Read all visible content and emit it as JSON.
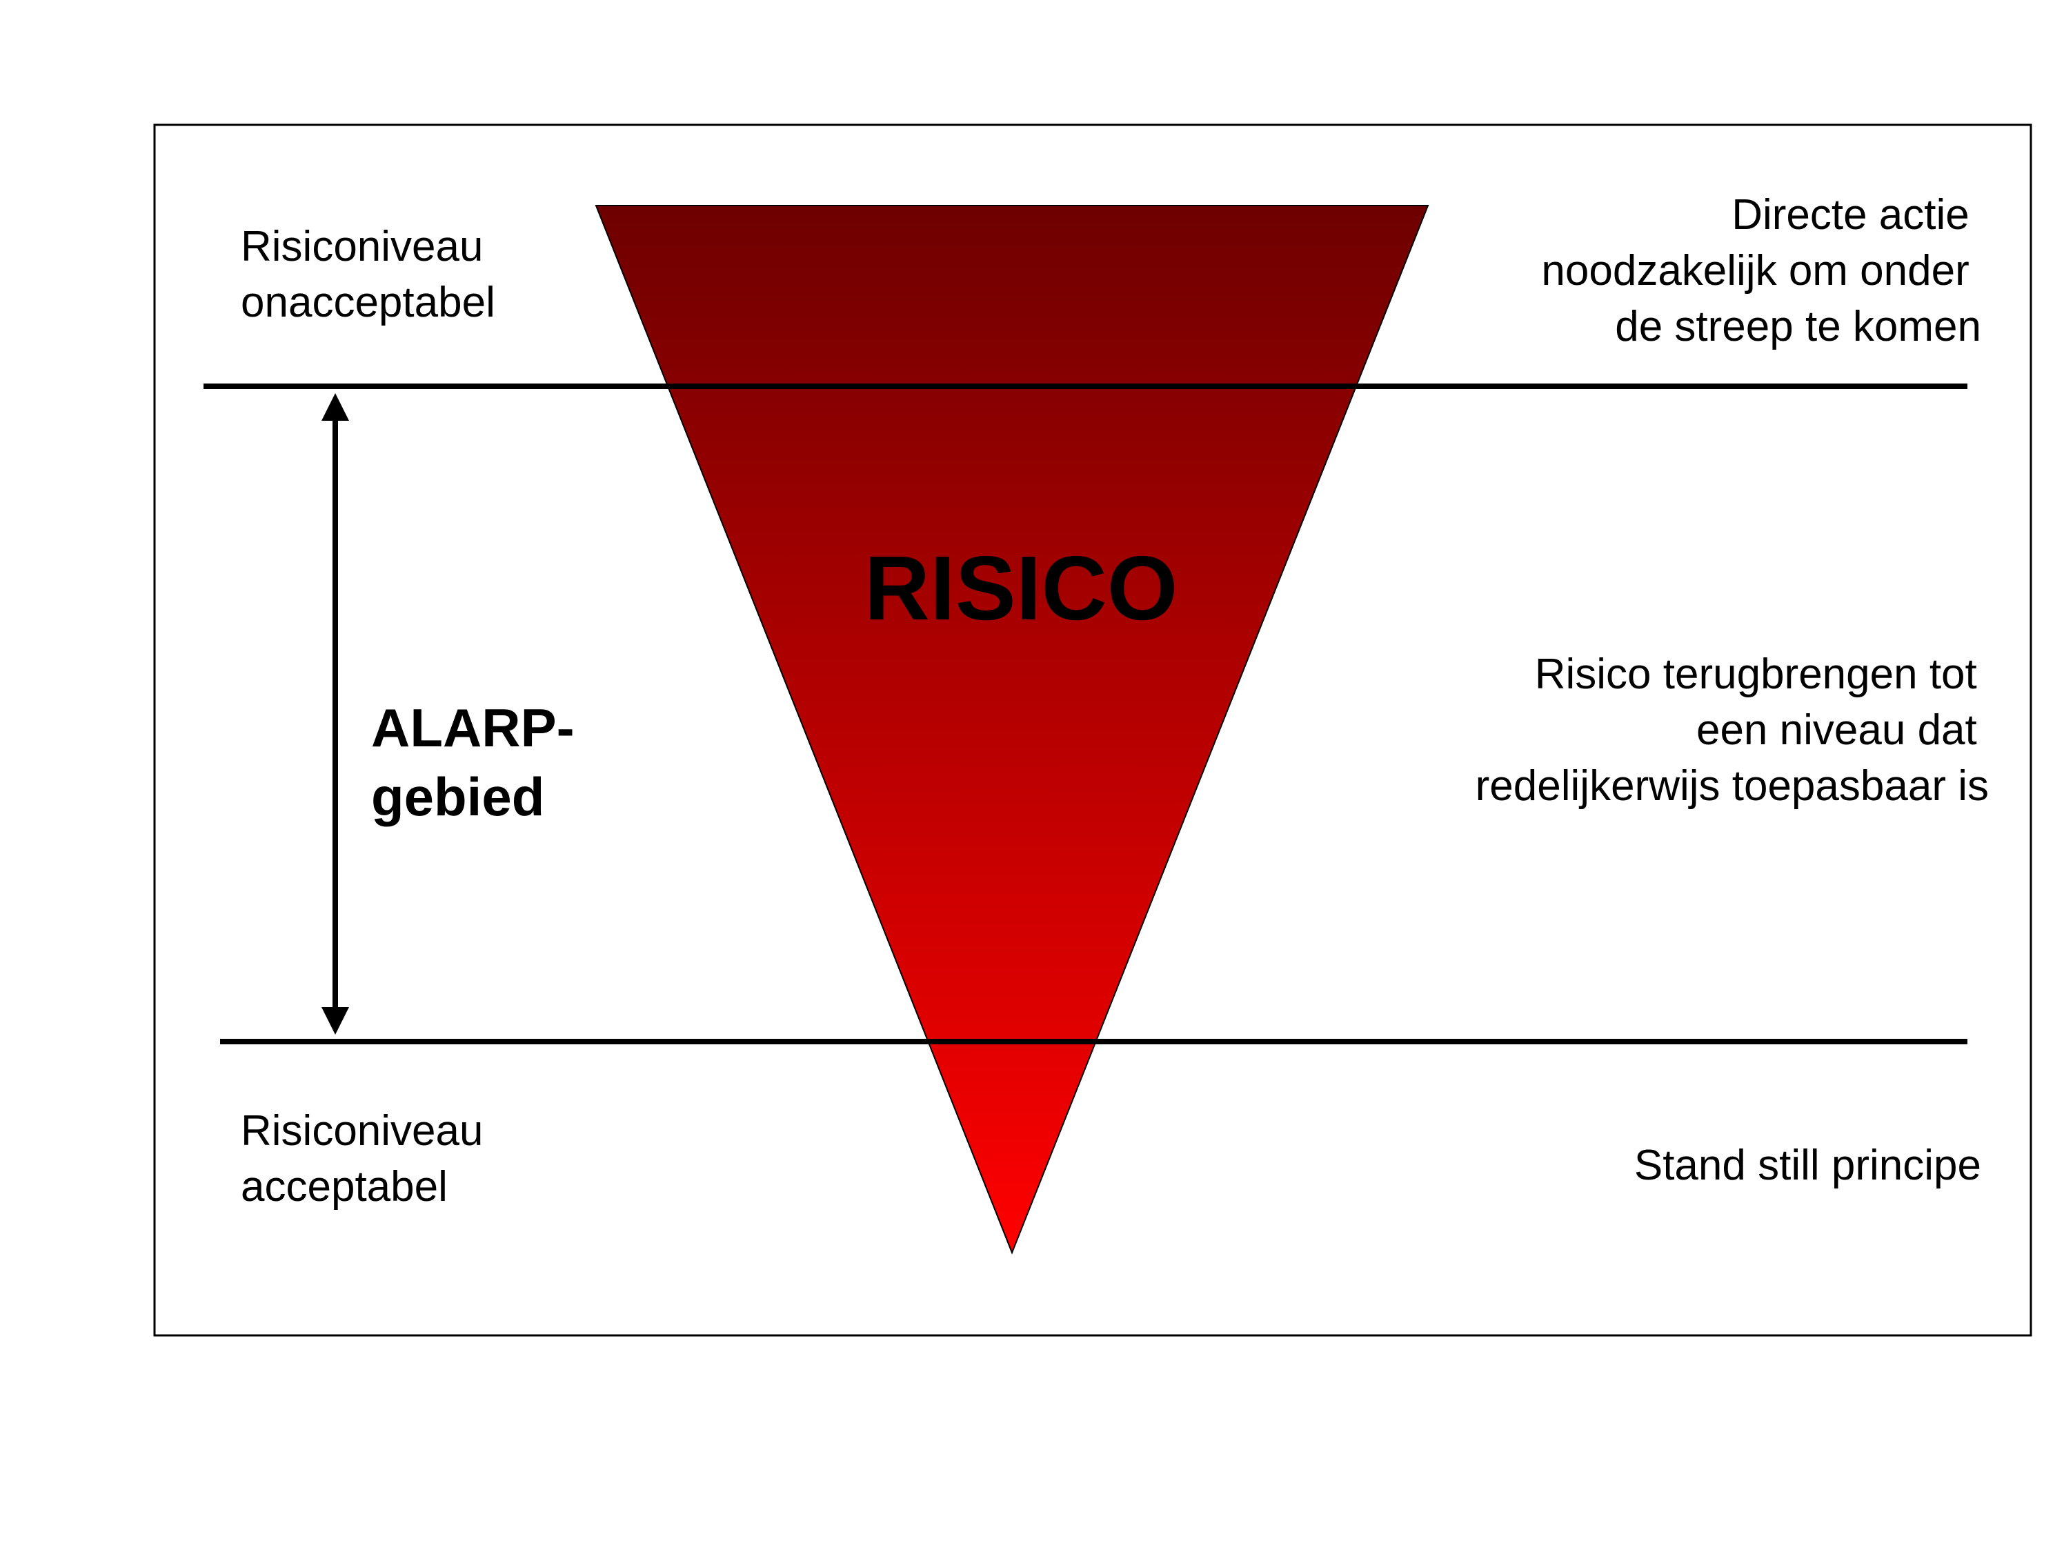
{
  "center_label": "RISICO",
  "alarp_label": [
    "ALARP-",
    "gebied"
  ],
  "left_labels": {
    "top": [
      "Risiconiveau",
      "onacceptabel"
    ],
    "bottom": [
      "Risiconiveau",
      "acceptabel"
    ]
  },
  "right_labels": {
    "top": [
      "Directe actie",
      "noodzakelijk om onder",
      "de streep te komen"
    ],
    "middle": [
      "Risico terugbrengen tot",
      "een niveau dat",
      "redelijkerwijs toepasbaar is"
    ],
    "bottom": [
      "Stand still principe"
    ]
  },
  "colors": {
    "triangle_top": "#6e0000",
    "triangle_bottom": "#ff0000",
    "line": "#000000",
    "frame": "#000000"
  }
}
